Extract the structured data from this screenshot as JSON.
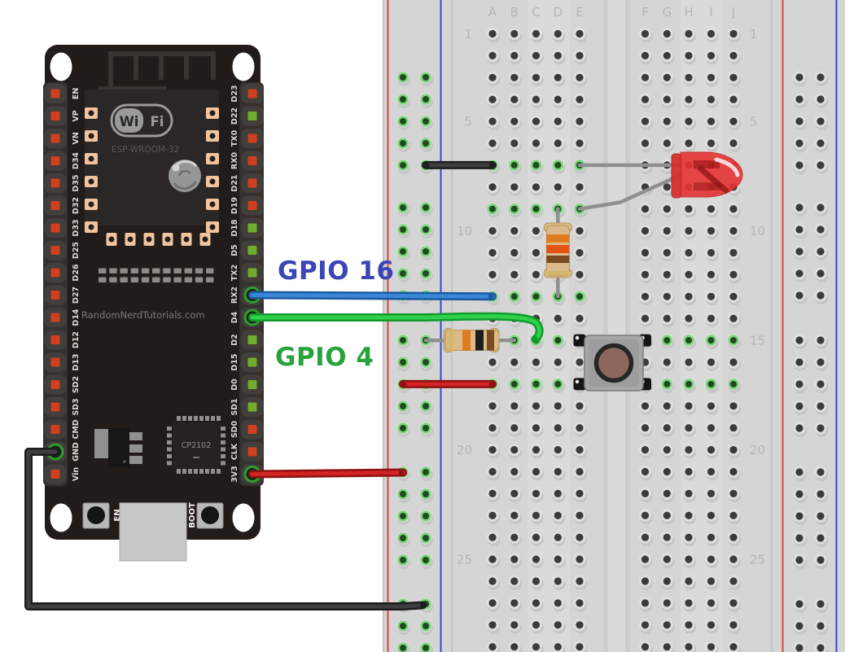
{
  "title": "ESP32 LED and pushbutton breadboard wiring diagram",
  "annotations": {
    "gpio16": {
      "text": "GPIO 16",
      "color": "#3b46b4"
    },
    "gpio4": {
      "text": "GPIO 4",
      "color": "#2aa23c"
    }
  },
  "esp32": {
    "silkscreen": {
      "wifi_left": "Wi",
      "wifi_right": "Fi",
      "module_name": "ESP-WROOM-32",
      "credit": "RandomNerdTutorials.com",
      "usb_chip": "CP2102",
      "button_en": "EN",
      "button_boot": "BOOT"
    },
    "left_pins": [
      {
        "label": "EN",
        "led": "red"
      },
      {
        "label": "VP",
        "led": "red"
      },
      {
        "label": "VN",
        "led": "red"
      },
      {
        "label": "D34",
        "led": "red"
      },
      {
        "label": "D35",
        "led": "red"
      },
      {
        "label": "D32",
        "led": "red"
      },
      {
        "label": "D33",
        "led": "red"
      },
      {
        "label": "D25",
        "led": "red"
      },
      {
        "label": "D26",
        "led": "red"
      },
      {
        "label": "D27",
        "led": "red"
      },
      {
        "label": "D14",
        "led": "red"
      },
      {
        "label": "D12",
        "led": "red"
      },
      {
        "label": "D13",
        "led": "red"
      },
      {
        "label": "SD2",
        "led": "red"
      },
      {
        "label": "SD3",
        "led": "red"
      },
      {
        "label": "CMD",
        "led": "red"
      },
      {
        "label": "GND",
        "led": "wire"
      },
      {
        "label": "Vin",
        "led": "red"
      }
    ],
    "right_pins": [
      {
        "label": "D23",
        "led": "red"
      },
      {
        "label": "D22",
        "led": "green"
      },
      {
        "label": "TX0",
        "led": "red"
      },
      {
        "label": "RX0",
        "led": "red"
      },
      {
        "label": "D21",
        "led": "red"
      },
      {
        "label": "D19",
        "led": "red"
      },
      {
        "label": "D18",
        "led": "green"
      },
      {
        "label": "D5",
        "led": "green"
      },
      {
        "label": "TX2",
        "led": "green"
      },
      {
        "label": "RX2",
        "led": "wire"
      },
      {
        "label": "D4",
        "led": "wire"
      },
      {
        "label": "D2",
        "led": "green"
      },
      {
        "label": "D15",
        "led": "green"
      },
      {
        "label": "D0",
        "led": "green"
      },
      {
        "label": "SD1",
        "led": "green"
      },
      {
        "label": "SD0",
        "led": "red"
      },
      {
        "label": "CLK",
        "led": "red"
      },
      {
        "label": "3V3",
        "led": "wire"
      }
    ],
    "colors": {
      "pcb": "#211b19",
      "led_red": "#cf401f",
      "led_green": "#71ad2c"
    }
  },
  "breadboard": {
    "column_letters": [
      "A",
      "B",
      "C",
      "D",
      "E",
      "F",
      "G",
      "H",
      "I",
      "J"
    ],
    "row_label_values": [
      1,
      5,
      10,
      15,
      20,
      25
    ],
    "rows_visible": 29,
    "connected_holes": [
      "A7",
      "B7",
      "C7",
      "D7",
      "E7",
      "A9",
      "B9",
      "C9",
      "D9",
      "E9",
      "A13",
      "B13",
      "C13",
      "D13",
      "E13",
      "A15",
      "B15",
      "C15",
      "D15",
      "E15",
      "F15",
      "G15",
      "H15",
      "I15",
      "J15",
      "A17",
      "B17",
      "C17",
      "D17",
      "E17",
      "F17",
      "G17",
      "H17",
      "I17",
      "J17"
    ],
    "colors": {
      "base": "#d5d5d5",
      "rail_red_line": "#e04343",
      "rail_blue_line": "#3448d8",
      "hole": "#3b3b3b",
      "connected_ring": "#7cd47c",
      "label": "#b5b5b5"
    }
  },
  "wires": [
    {
      "name": "gnd-to-rail",
      "color": "black",
      "from": "ESP32 GND pin",
      "to": "left blue power rail (bottom)"
    },
    {
      "name": "3v3-to-rail",
      "color": "red",
      "from": "ESP32 3V3 pin",
      "to": "left red power rail"
    },
    {
      "name": "gpio16-wire",
      "color": "blue",
      "from": "ESP32 RX2 pin (GPIO 16)",
      "to": "breadboard A13"
    },
    {
      "name": "gpio4-wire",
      "color": "green",
      "from": "ESP32 D4 pin (GPIO 4)",
      "to": "breadboard C15"
    },
    {
      "name": "rail-to-a7",
      "color": "black",
      "from": "left blue power rail",
      "to": "breadboard A7"
    },
    {
      "name": "rail-to-a17",
      "color": "red",
      "from": "left red power rail",
      "to": "breadboard A17"
    }
  ],
  "wire_colors": {
    "black": "#262626",
    "red": "#c81d1d",
    "blue": "#2f7fd0",
    "green": "#2bc542"
  },
  "components": [
    {
      "name": "led",
      "type": "LED",
      "color": "red",
      "connections": "E7, E9"
    },
    {
      "name": "resistor-330",
      "type": "resistor",
      "bands": "orange-orange-brown-gold",
      "connections": "D9 - D13"
    },
    {
      "name": "resistor-10k",
      "type": "resistor",
      "bands": "brown-black-orange-gold",
      "connections": "blue rail - B15"
    },
    {
      "name": "pushbutton",
      "type": "pushbutton",
      "color": "gray-brown",
      "connections": "E15, F15, E17, F17"
    }
  ]
}
